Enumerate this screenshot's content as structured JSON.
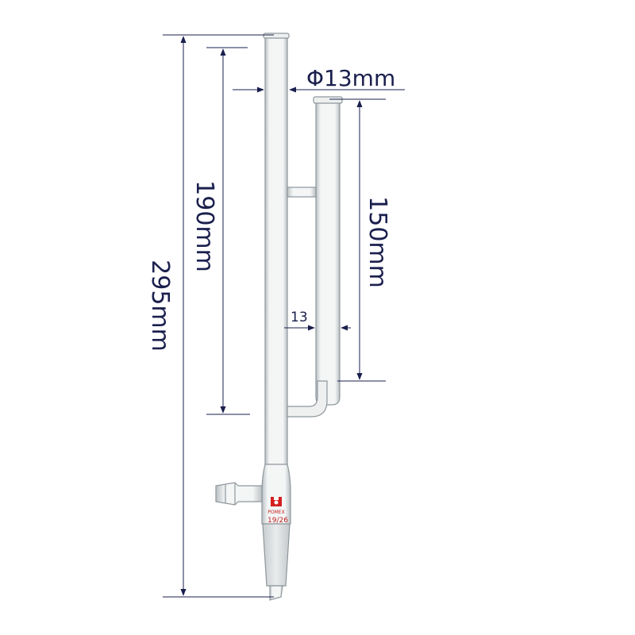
{
  "dimensions": {
    "overall_length": "295mm",
    "inner_length": "190mm",
    "side_tube_length": "150mm",
    "tube_diameter": "Φ13mm",
    "side_tube_diameter": "13"
  },
  "label": {
    "brand": "POMEX",
    "joint_size": "19/26"
  },
  "colors": {
    "dimension": "#1a1f4d",
    "glass": "#9aa3a8",
    "logo": "#d42020"
  }
}
